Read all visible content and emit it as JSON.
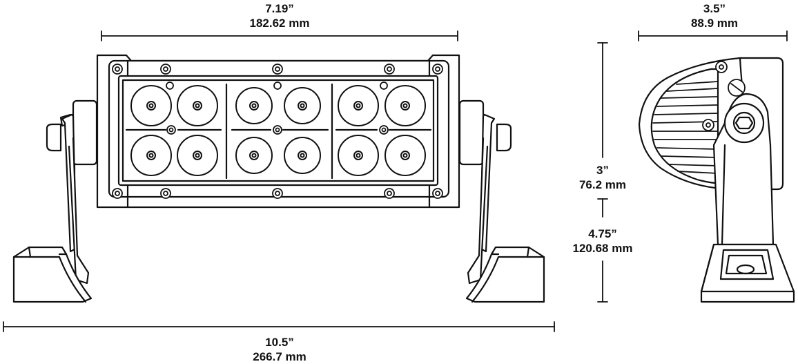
{
  "dimensions": {
    "top_width": {
      "imperial": "7.19”",
      "metric": "182.62 mm"
    },
    "side_depth": {
      "imperial": "3.5”",
      "metric": "88.9 mm"
    },
    "side_height_upper": {
      "imperial": "3”",
      "metric": "76.2 mm"
    },
    "side_height_lower": {
      "imperial": "4.75”",
      "metric": "120.68 mm"
    },
    "overall_width": {
      "imperial": "10.5”",
      "metric": "266.7 mm"
    }
  },
  "colors": {
    "line": "#111111",
    "fill": "#ffffff"
  }
}
